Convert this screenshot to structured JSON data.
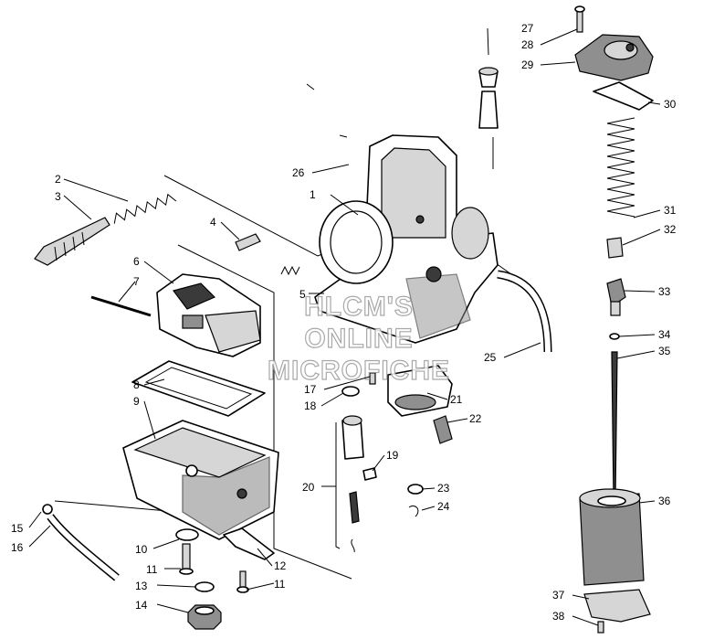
{
  "watermark": {
    "line1": "HLCM'S",
    "line2": "ONLINE",
    "line3": "MICROFICHE"
  },
  "callouts": {
    "c1": "1",
    "c2": "2",
    "c3": "3",
    "c4": "4",
    "c5": "5",
    "c6": "6",
    "c7": "7",
    "c8": "8",
    "c9": "9",
    "c10": "10",
    "c11a": "11",
    "c11b": "11",
    "c12": "12",
    "c13": "13",
    "c14": "14",
    "c15": "15",
    "c16": "16",
    "c17": "17",
    "c18": "18",
    "c19": "19",
    "c20": "20",
    "c21": "21",
    "c22": "22",
    "c23": "23",
    "c24": "24",
    "c25": "25",
    "c26": "26",
    "c27": "27",
    "c28": "28",
    "c29": "29",
    "c30": "30",
    "c31": "31",
    "c32": "32",
    "c33": "33",
    "c34": "34",
    "c35": "35",
    "c36": "36",
    "c37": "37",
    "c38": "38"
  }
}
